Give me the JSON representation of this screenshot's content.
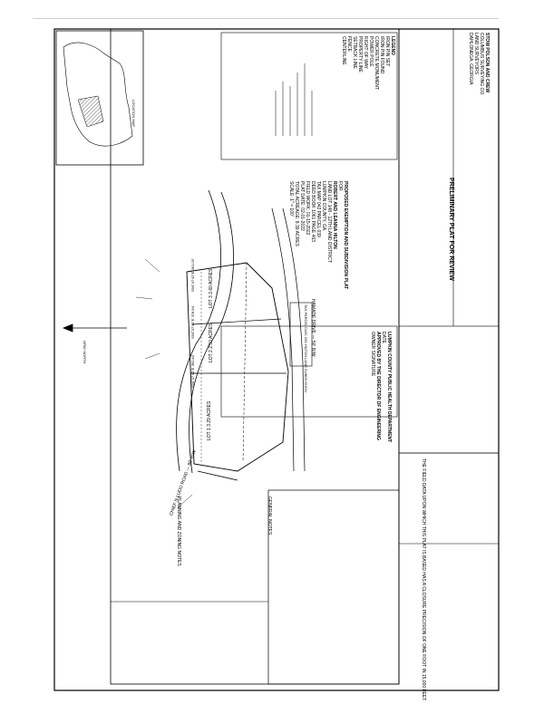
{
  "plat": {
    "title_lines": [
      "PROPOSED EXEMPTION AND SUBDIVISION PLAT",
      "FOR",
      "ROBERT AND LEANNA HILTON",
      "LAND LOT 148 - 12TH LAND DISTRICT",
      "LUMPKIN COUNTY, GA.",
      "TAX MAP 042 PARCEL 039",
      "DEED BOOK 1061 PAGE 463",
      "FIELD WORK: 01-15-2022",
      "PLAT DATE: 02-01-2022",
      "TOTAL ACREAGE: 8.39 ACRES",
      "SCALE: 1\" = 100'"
    ],
    "preliminary": "PRELIMINARY PLAT FOR REVIEW",
    "road_name": "CHIEF N LUDO ROAD — 80' R/W",
    "road_name_right": "HAMADE DRIVE — 50' R/W",
    "lots": [
      {
        "name": "LOT 1",
        "area": "3.29 ACRES"
      },
      {
        "name": "LOT 2",
        "area": "2.50 ACRES"
      },
      {
        "name": "LOT 3",
        "area": "2.60 ACRES"
      }
    ],
    "bearings": [
      "S90°47'42\"E 362.83'",
      "S90°47'42\"E 378.84'",
      "S90°47'42\"E 361.03'"
    ],
    "reference": "TAX PARCEL 042C 039 HILTON LAND SUBDIVISION",
    "north_label": "GRID NORTH",
    "vicinity_label": "LOCATION MAP",
    "legend_title": "LEGEND",
    "legend_items": [
      "IRON PIN SET",
      "IRON PIN FOUND",
      "CONCRETE MONUMENT",
      "POWER POLE",
      "RIGHT OF WAY",
      "PROPERTY LINE",
      "SETBACK LINE",
      "FENCE",
      "CENTERLINE"
    ],
    "surveyor_lines": [
      "STOW POLSON AND CREW",
      "COLUMBUS SURVEYING CO.",
      "LAND SURVEYORS",
      "DAHLONEGA, GEORGIA"
    ],
    "approval_headings": [
      "LUMPKIN COUNTY PUBLIC HEALTH DEPARTMENT",
      "APPROVED BY THE DIRECTOR OF ENGINEERING"
    ],
    "notes_heading": "GENERAL NOTES",
    "planning_heading": "PLANNING AND ZONING NOTES",
    "date_label": "DATE",
    "signature_label": "OWNER SIGNATURE",
    "certifying_note": "THE FIELD DATA UPON WHICH THIS PLAT IS BASED HAS A CLOSURE PRECISION OF ONE FOOT IN 15,000 FEET."
  }
}
